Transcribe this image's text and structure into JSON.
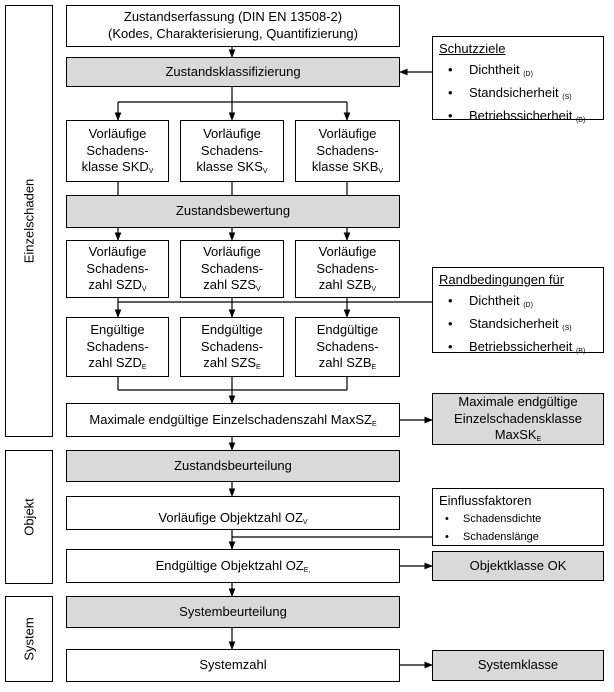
{
  "labels": {
    "einzelschaden": "Einzelschaden",
    "objekt": "Objekt",
    "system": "System"
  },
  "boxes": {
    "erfassung_line1": "Zustandserfassung (DIN EN 13508-2)",
    "erfassung_line2": "(Kodes, Charakterisierung, Quantifizierung)",
    "klassifizierung": "Zustandsklassifizierung",
    "vk_d": {
      "l1": "Vorläufige",
      "l2": "Schadens-",
      "l3": "klasse SKD",
      "sub": "V"
    },
    "vk_s": {
      "l1": "Vorläufige",
      "l2": "Schadens-",
      "l3": "klasse SKS",
      "sub": "V"
    },
    "vk_b": {
      "l1": "Vorläufige",
      "l2": "Schadens-",
      "l3": "klasse SKB",
      "sub": "V"
    },
    "bewertung": "Zustandsbewertung",
    "vz_d": {
      "l1": "Vorläufige",
      "l2": "Schadens-",
      "l3": "zahl SZD",
      "sub": "V"
    },
    "vz_s": {
      "l1": "Vorläufige",
      "l2": "Schadens-",
      "l3": "zahl SZS",
      "sub": "V"
    },
    "vz_b": {
      "l1": "Vorläufige",
      "l2": "Schadens-",
      "l3": "zahl SZB",
      "sub": "V"
    },
    "ez_d": {
      "l1": "Engültige",
      "l2": "Schadens-",
      "l3": "zahl SZD",
      "sub": "E"
    },
    "ez_s": {
      "l1": "Endgültige",
      "l2": "Schadens-",
      "l3": "zahl SZS",
      "sub": "E"
    },
    "ez_b": {
      "l1": "Endgültige",
      "l2": "Schadens-",
      "l3": "zahl SZB",
      "sub": "E"
    },
    "max_sz": {
      "text": "Maximale endgültige Einzelschadenszahl MaxSZ",
      "sub": "E"
    },
    "max_sk": {
      "l1": "Maximale endgültige",
      "l2": "Einzelschadensklasse",
      "l3": "MaxSK",
      "sub": "E"
    },
    "beurteilung": "Zustandsbeurteilung",
    "oz_v": {
      "text": "Vorläufige Objektzahl OZ",
      "sub": "V"
    },
    "oz_e": {
      "text": "Endgültige Objektzahl OZ",
      "sub": "E,"
    },
    "objektklasse": "Objektklasse OK",
    "systembeurteilung": "Systembeurteilung",
    "systemzahl": "Systemzahl",
    "systemklasse": "Systemklasse"
  },
  "schutzziele": {
    "title": "Schutzziele",
    "items": [
      {
        "text": "Dichtheit",
        "sub": "(D)"
      },
      {
        "text": "Standsicherheit",
        "sub": "(S)"
      },
      {
        "text": "Betriebssicherheit",
        "sub": "(B)"
      }
    ]
  },
  "randbedingungen": {
    "title": "Randbedingungen für",
    "items": [
      {
        "text": "Dichtheit",
        "sub": "(D)"
      },
      {
        "text": "Standsicherheit",
        "sub": "(S)"
      },
      {
        "text": "Betriebssicherheit",
        "sub": "(B)"
      }
    ]
  },
  "einflussfaktoren": {
    "title": "Einflussfaktoren",
    "items": [
      {
        "text": "Schadensdichte"
      },
      {
        "text": "Schadenslänge"
      }
    ]
  },
  "colors": {
    "gray_fill": "#d9d9d9",
    "line": "#000000"
  }
}
